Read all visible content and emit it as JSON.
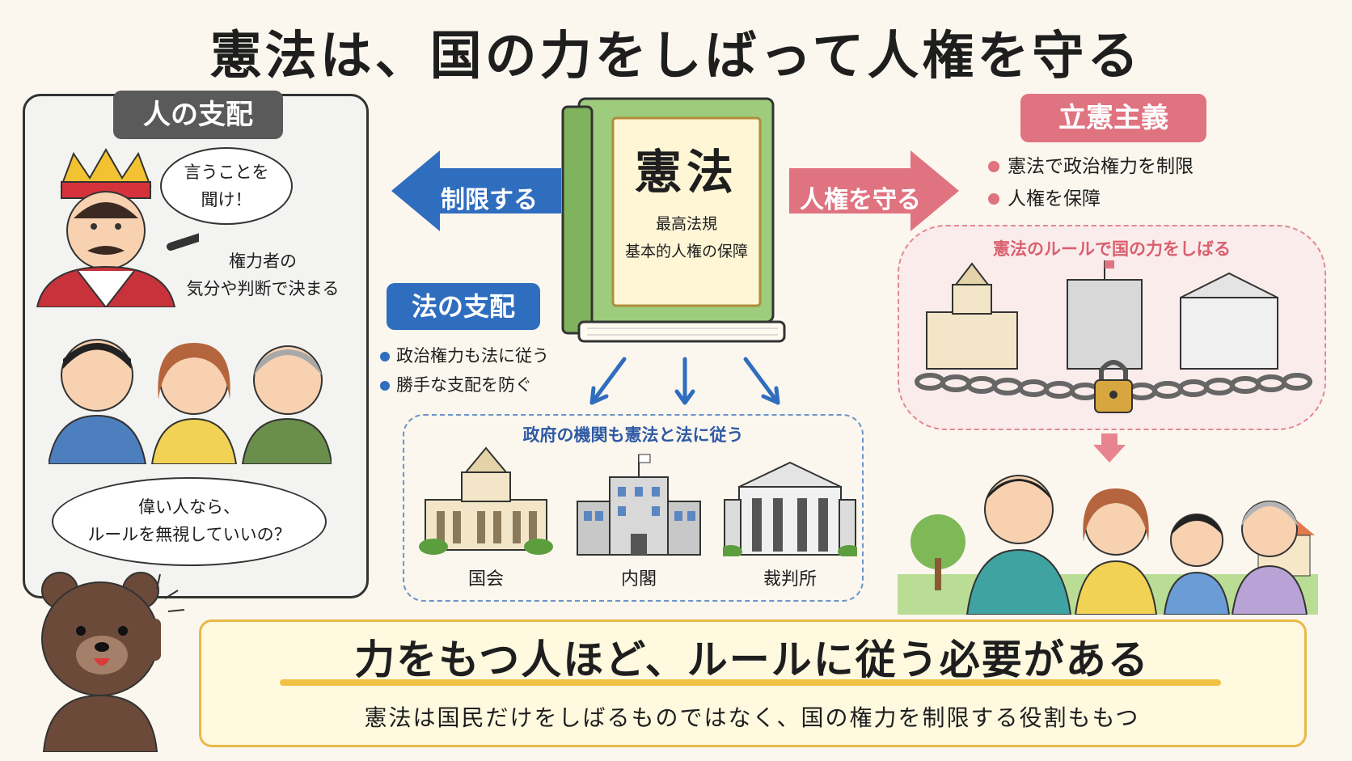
{
  "title": "憲法は、国の力をしばって人権を守る",
  "left_panel": {
    "heading": "人の支配",
    "king_speech": "言うことを\n聞け！",
    "king_caption": "権力者の\n気分や判断で決まる",
    "people_speech": "偉い人なら、\nルールを無視していいの？"
  },
  "center": {
    "arrow_left_label": "制限する",
    "arrow_right_label": "人権を守る",
    "book_title": "憲法",
    "book_line1": "最高法規",
    "book_line2": "基本的人権の保障",
    "rule_of_law_heading": "法の支配",
    "rule_of_law_points": [
      "政治権力も法に従う",
      "勝手な支配を防ぐ"
    ],
    "institutions_caption": "政府の機関も憲法と法に従う",
    "institutions": [
      "国会",
      "内閣",
      "裁判所"
    ]
  },
  "right_panel": {
    "heading": "立憲主義",
    "points": [
      "憲法で政治権力を制限",
      "人権を保障"
    ],
    "chain_caption": "憲法のルールで国の力をしばる"
  },
  "bottom": {
    "main_message": "力をもつ人ほど、ルールに従う必要がある",
    "sub_message": "憲法は国民だけをしばるものではなく、国の権力を制限する役割ももつ"
  },
  "colors": {
    "blue": "#2f6dbf",
    "pink": "#e07380",
    "book_green": "#9ccc7c",
    "gold": "#efc244"
  }
}
